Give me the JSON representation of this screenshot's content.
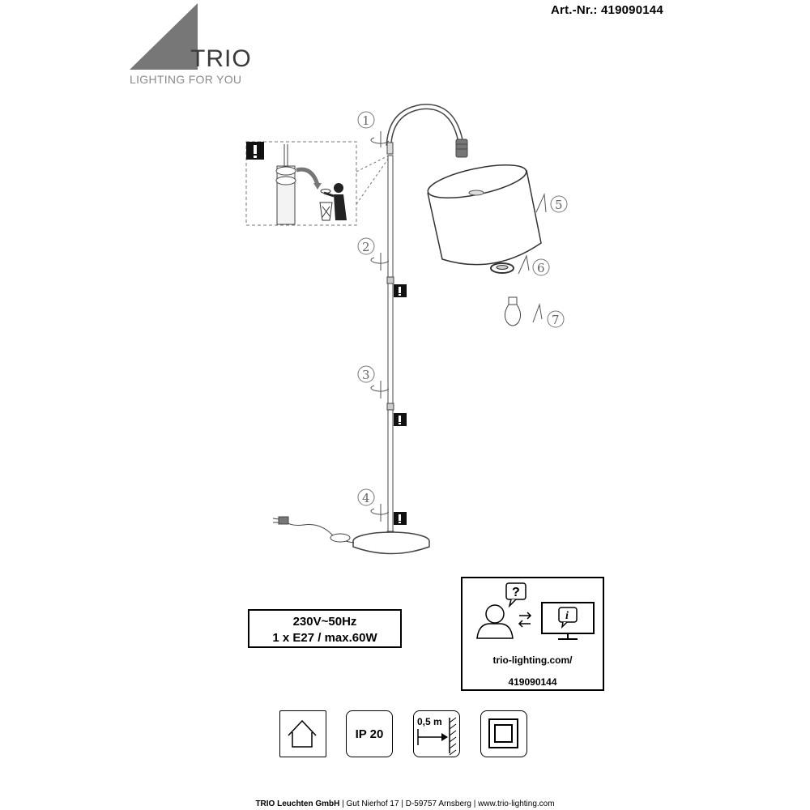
{
  "header": {
    "article_number": "Art.-Nr.: 419090144"
  },
  "logo": {
    "word": "TRIO",
    "tagline": "LIGHTING FOR YOU"
  },
  "steps": [
    "1",
    "2",
    "3",
    "4",
    "5",
    "6",
    "7"
  ],
  "electrical": {
    "line1": "230V~50Hz",
    "line2": "1 x E27 / max.60W"
  },
  "info_box": {
    "url": "trio-lighting.com/",
    "article": "419090144"
  },
  "symbols": {
    "ip_rating": "IP 20",
    "distance": "0,5 m"
  },
  "footer": {
    "company": "TRIO Leuchten GmbH",
    "address": "Gut Nierhof 17",
    "city": "D-59757 Arnsberg",
    "web": "www.trio-lighting.com",
    "separator": "|"
  },
  "colors": {
    "logo_triangle": "#777777",
    "logo_text": "#3a3a3a",
    "tagline": "#8a8a8a",
    "drawing_gray": "#666666"
  }
}
